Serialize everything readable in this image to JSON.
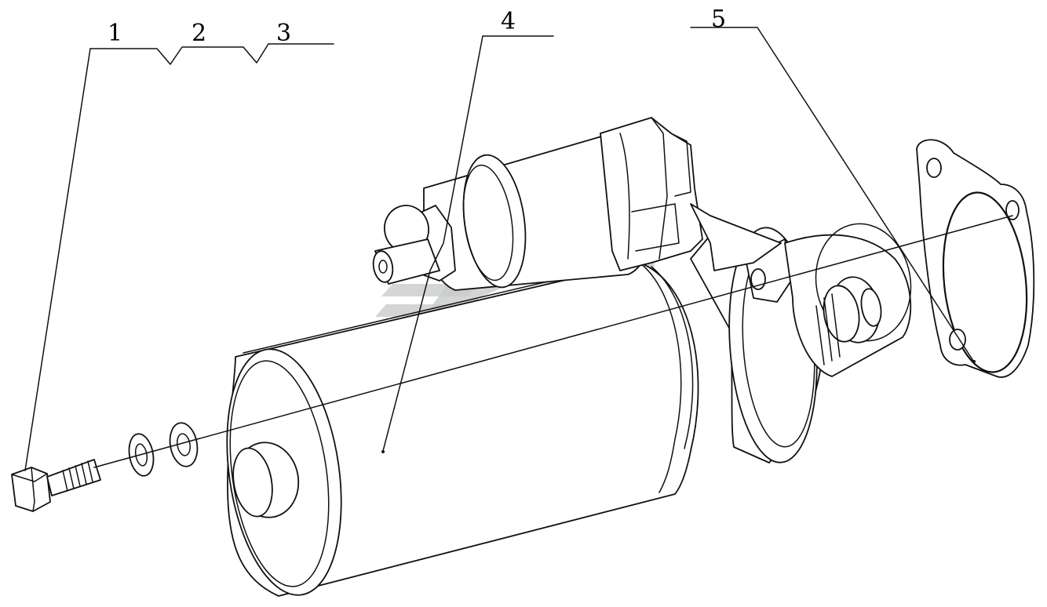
{
  "figure": {
    "callouts": [
      {
        "id": "1",
        "label": "1"
      },
      {
        "id": "2",
        "label": "2"
      },
      {
        "id": "3",
        "label": "3"
      },
      {
        "id": "4",
        "label": "4"
      },
      {
        "id": "5",
        "label": "5"
      }
    ],
    "watermark_icon": "stylized-s-logo-icon"
  }
}
